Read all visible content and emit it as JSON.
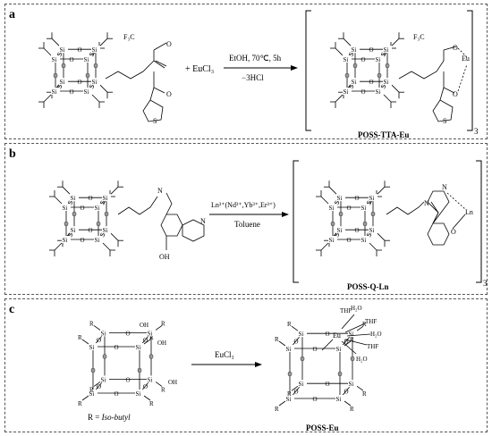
{
  "panels": [
    {
      "letter": "a",
      "reactant_labels": [
        "F₃C",
        "O",
        "O",
        "S"
      ],
      "reagent": "+ EuCl₃",
      "condition_top": "EtOH, 70℃, 5h",
      "condition_bottom": "−3HCl",
      "product_labels": [
        "F₃C",
        "O",
        "O",
        "S",
        "Eu"
      ],
      "subscript": "3",
      "product_name": "POSS-TTA-Eu"
    },
    {
      "letter": "b",
      "reactant_labels": [
        "N",
        "N",
        "OH"
      ],
      "condition_top": "Ln³⁺(Nd³⁺,Yb³⁺,Er³⁺)",
      "condition_bottom": "Toluene",
      "product_labels": [
        "N",
        "N",
        "O",
        "Ln"
      ],
      "subscript": "3",
      "product_name": "POSS-Q-Ln"
    },
    {
      "letter": "c",
      "reactant_labels": [
        "R",
        "Si",
        "OH"
      ],
      "r_definition_prefix": "R = ",
      "r_definition_value": "Iso-butyl",
      "reagent": "EuCl₃",
      "product_labels": [
        "THF",
        "H₂O",
        "Eu"
      ],
      "product_name": "POSS-Eu"
    }
  ],
  "atoms": {
    "si": "Si",
    "o": "O",
    "r": "R",
    "oh": "OH",
    "thf": "THF",
    "water": "H₂O"
  }
}
